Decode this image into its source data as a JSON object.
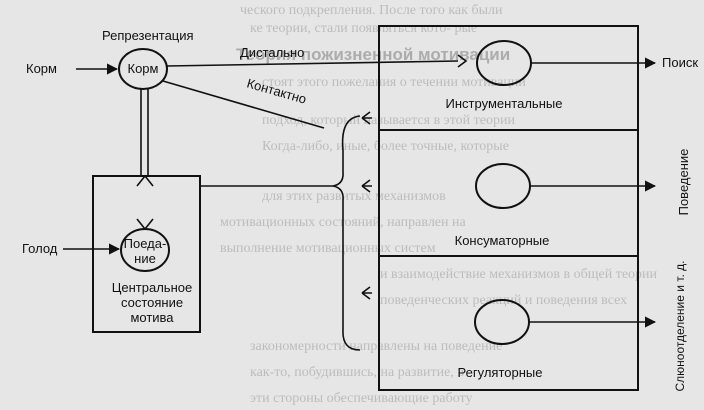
{
  "diagram": {
    "nodes": {
      "repr_title": "Репрезентация",
      "korm_circle": "Корм",
      "korm_input": "Корм",
      "golod_input": "Голод",
      "poedanie_line1": "Поеда-",
      "poedanie_line2": "ние",
      "center_line1": "Центральное",
      "center_line2": "состояние",
      "center_line3": "мотива",
      "instrumental": "Инструментальные",
      "consummatory": "Консуматорные",
      "regulatory": "Регуляторные"
    },
    "edges": {
      "distant": "Дистально",
      "contact": "Контактно"
    },
    "outputs": {
      "search": "Поиск",
      "behavior": "Поведение",
      "salivation": "Слюноотделение и т. д."
    }
  },
  "background_text": {
    "title": "Теория пожизненной мотивации",
    "lines": [
      "ческого подкрепления. После того как были",
      "ке теории, стали появляться кото- рые",
      "стоят этого пожелания о течении мотивации",
      "подход, который называется в этой теории",
      "Когда-либо, иные, более точные, которые",
      "для этих развитых механизмов",
      "мотивационных состояний, направлен на",
      "выполнение мотивационных систем",
      "и взаимодействие механизмов в общей теории",
      "поведенческих реакций и поведения всех",
      "закономерности направлены на поведение",
      "как-то, побудившись, на развитие, в",
      "эти стороны обеспечивающие работу"
    ]
  }
}
